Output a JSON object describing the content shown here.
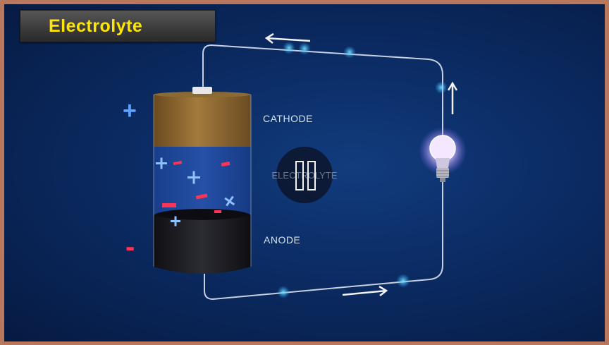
{
  "title": "Electrolyte",
  "battery": {
    "cathode_label": "CATHODE",
    "anode_label": "ANODE",
    "electrolyte_label": "ELECTROLYTE",
    "positive_symbol": "+",
    "negative_symbol": "-"
  },
  "controls": {
    "pause_icon": "pause-icon"
  },
  "colors": {
    "title_text": "#ffe500",
    "background": "#0b2b63",
    "ion_positive": "#6fa8ff",
    "ion_negative": "#ff3355",
    "cathode": "#8a6530",
    "anode": "#1b1b22"
  }
}
